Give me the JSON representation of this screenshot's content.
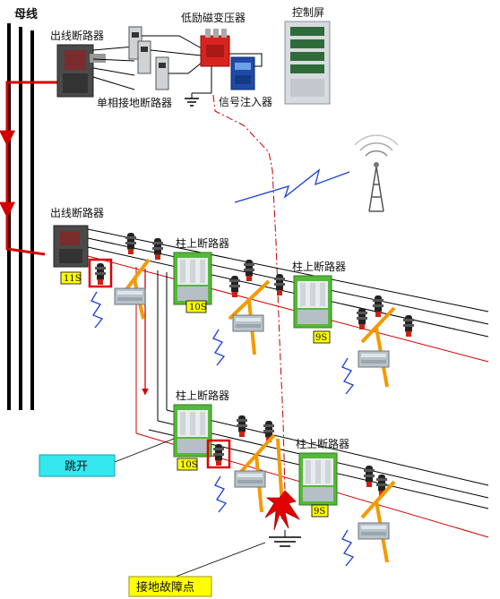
{
  "labels": {
    "busbar": "母线",
    "outgoing_breaker_top": "出线断路器",
    "low_excitation_transformer": "低励磁变压器",
    "control_screen": "控制屏",
    "single_phase_grounding_breaker": "单相接地断路器",
    "signal_injector": "信号注入器",
    "outgoing_breaker_mid": "出线断路器",
    "pole_breaker_1": "柱上断路器",
    "pole_breaker_2": "柱上断路器",
    "pole_breaker_3": "柱上断路器",
    "pole_breaker_4": "柱上断路器"
  },
  "time_tags": {
    "t_11s": "11S",
    "t_10s_upper": "10S",
    "t_9s_upper": "9S",
    "t_10s_lower": "10S",
    "t_9s_lower": "9S"
  },
  "callouts": {
    "trip": "跳开",
    "ground_fault": "接地故障点"
  },
  "colors": {
    "line_black": "#000000",
    "trip_path_red": "#d40000",
    "signal_path": "#c00000",
    "wireless_blue": "#1a3fd6",
    "pole_orange": "#f39a00",
    "breaker_green": "#55b83a",
    "tag_yellow": "#ffff00",
    "trip_callout_cyan": "#35e7ef",
    "fault_yellow": "#ffff00",
    "highlight_red": "#e00000"
  }
}
